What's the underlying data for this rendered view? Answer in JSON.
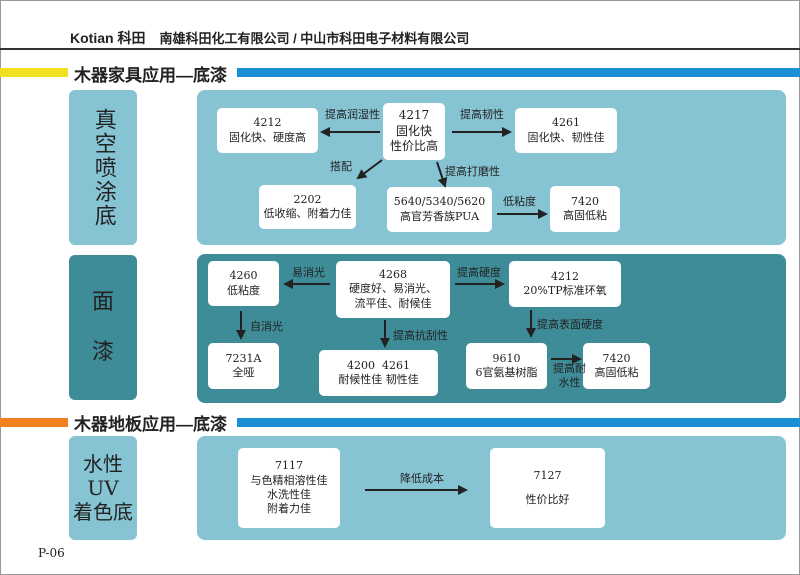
{
  "header": {
    "brand": "Kotian 科田",
    "companies": "南雄科田化工有限公司 / 中山市科田电子材料有限公司"
  },
  "section1": {
    "title": "木器家具应用—底漆",
    "primer": {
      "label": "真空喷涂底",
      "nodes": {
        "n4212": [
          "4212",
          "固化快、硬度高"
        ],
        "n4217": [
          "4217",
          "固化快",
          "性价比高"
        ],
        "n4261": [
          "4261",
          "固化快、韧性佳"
        ],
        "n2202": [
          "2202",
          "低收缩、附着力佳"
        ],
        "n5640": [
          "5640/5340/5620",
          "高官芳香族PUA"
        ],
        "n7420": [
          "7420",
          "高固低粘"
        ]
      },
      "arrows": {
        "a1": "提高润湿性",
        "a2": "提高韧性",
        "a3": "搭配",
        "a4": "提高打磨性",
        "a5": "低粘度"
      }
    },
    "top": {
      "label_lines": [
        "面",
        "漆"
      ],
      "nodes": {
        "n4260": [
          "4260",
          "低粘度"
        ],
        "n4268": [
          "4268",
          "硬度好、易消光、",
          "流平佳、耐候佳"
        ],
        "n4212": [
          "4212",
          "20%TP标准环氧"
        ],
        "n7231": [
          "7231A",
          "全哑"
        ],
        "n4200": [
          "4200  4261",
          "耐候性佳 韧性佳"
        ],
        "n9610": [
          "9610",
          "6官氨基树脂"
        ],
        "n7420": [
          "7420",
          "高固低粘"
        ]
      },
      "arrows": {
        "a1": "易消光",
        "a2": "提高硬度",
        "a3": "自消光",
        "a4": "提高抗刮性",
        "a5": "提高表面硬度",
        "a6": [
          "提高耐",
          "水性"
        ]
      }
    }
  },
  "section2": {
    "title": "木器地板应用—底漆",
    "label_lines": [
      "水性",
      "UV",
      "着色底"
    ],
    "nodes": {
      "n7117": [
        "7117",
        "与色精相溶性佳",
        "水洗性佳",
        "附着力佳"
      ],
      "n7127": [
        "7127",
        "性价比好"
      ]
    },
    "arrow": "降低成本"
  },
  "footer": {
    "page": "P-06"
  },
  "colors": {
    "light": "#86c4d3",
    "dark": "#3e8c97",
    "yellow": "#f0e020",
    "blue": "#1a8fd6",
    "orange": "#f08020"
  }
}
